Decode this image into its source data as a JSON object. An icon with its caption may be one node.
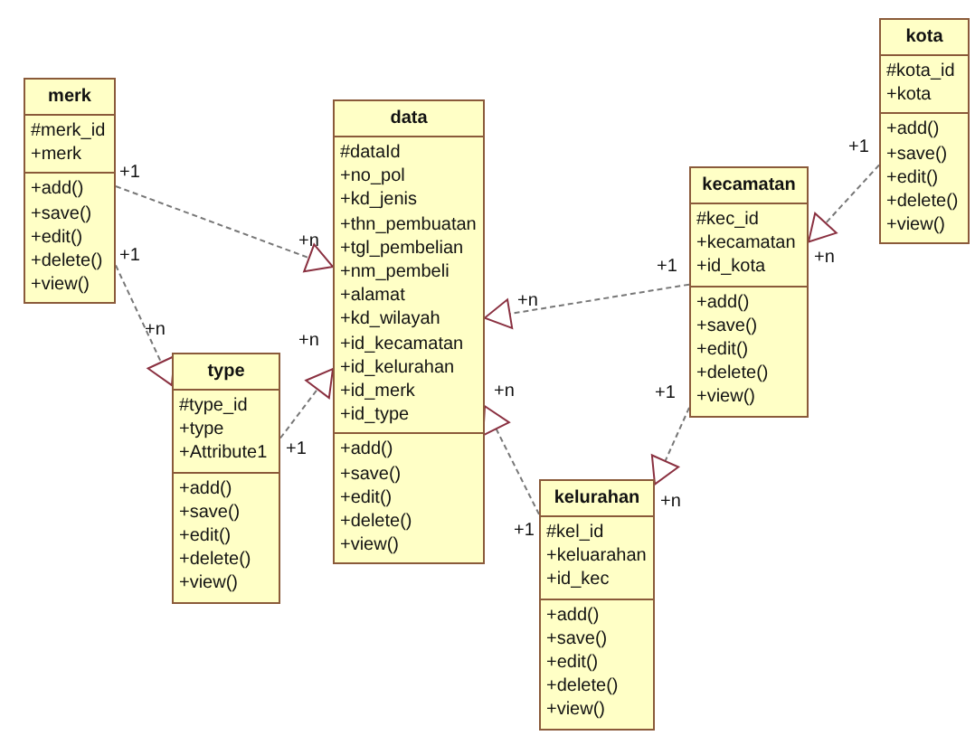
{
  "diagram": {
    "nodes": [
      {
        "text": [
          "merk",
          "#merk_id +merk",
          "+add() +save() +edit() +delete() +view()"
        ]
      },
      {
        "text": [
          "data",
          "#dataId +no_pol +kd_jenis +thn_pembuatan +tgl_pembelian +nm_pembeli +alamat +kd_wilayah +id_kecamatan +id_kelurahan +id_merk +id_type",
          "+add() +save() +edit() +delete() +view()"
        ]
      },
      {
        "text": [
          "type",
          "#type_id +type +Attribute1",
          "+add() +save() +edit() +delete() +view()"
        ]
      },
      {
        "text": [
          "kecamatan",
          "#kec_id +kecamatan +id_kota",
          "+add() +save() +edit() +delete() +view()"
        ]
      },
      {
        "text": [
          "kota",
          "#kota_id +kota",
          "+add() +save() +edit() +delete() +view()"
        ]
      },
      {
        "text": [
          "kelurahan",
          "#kel_id +keluarahan +id_kec",
          "+add() +save() +edit() +delete() +view()"
        ]
      }
    ],
    "edges": [
      {
        "from": 0,
        "to": 1,
        "arrow": "to",
        "style": "dashed"
      },
      {
        "from": 0,
        "to": 2,
        "arrow": "to",
        "style": "dashed"
      },
      {
        "from": 2,
        "to": 1,
        "arrow": "to",
        "style": "dashed"
      },
      {
        "from": 3,
        "to": 1,
        "arrow": "to",
        "style": "dashed"
      },
      {
        "from": 4,
        "to": 3,
        "arrow": "to",
        "style": "dashed"
      },
      {
        "from": 3,
        "to": 5,
        "arrow": "to",
        "style": "dashed"
      },
      {
        "from": 5,
        "to": 1,
        "arrow": "to",
        "style": "dashed"
      }
    ],
    "labels": [
      "+1",
      "+n",
      "+1",
      "+n",
      "+1",
      "+n",
      "+1",
      "+n",
      "+1",
      "+n",
      "+1",
      "+n",
      "+1",
      "+n"
    ]
  }
}
